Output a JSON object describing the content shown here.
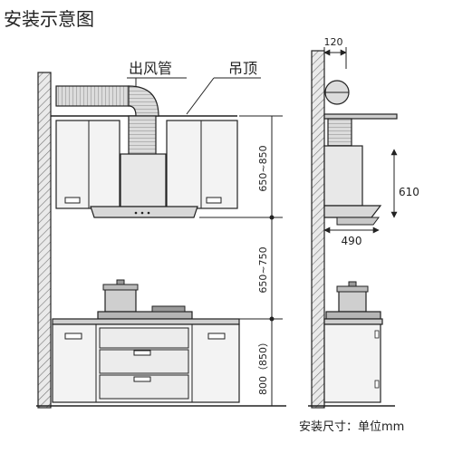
{
  "title": "安装示意图",
  "labels": {
    "duct": "出风管",
    "ceiling": "吊顶",
    "dim_top_width": "120",
    "dim_hood_height": "610",
    "dim_hood_depth": "490",
    "dim_hood_to_cabinet": "650~850",
    "dim_counter_to_hood": "650~750",
    "dim_counter_height": "800（850）",
    "unit_note": "安装尺寸：单位mm"
  },
  "colors": {
    "line": "#222222",
    "fill_light": "#f1f1f1",
    "fill_mid": "#d9d9d9",
    "fill_dark": "#9a9a9a"
  }
}
